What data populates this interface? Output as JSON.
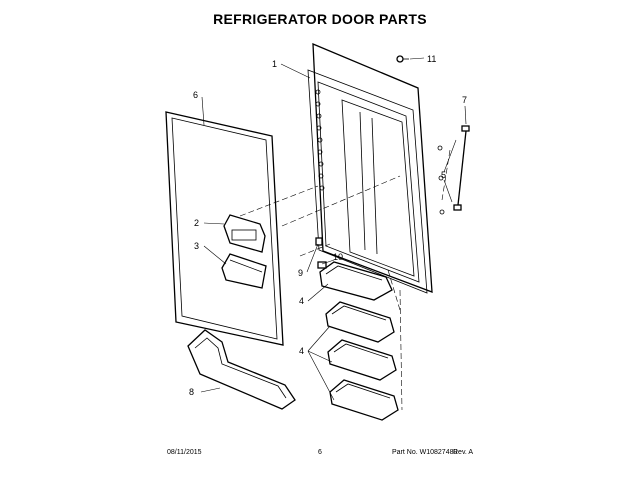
{
  "title": "REFRIGERATOR DOOR PARTS",
  "callouts": {
    "c1": "1",
    "c2": "2",
    "c3": "3",
    "c4a": "4",
    "c4b": "4",
    "c5": "5",
    "c6": "6",
    "c7": "7",
    "c8": "8",
    "c9": "9",
    "c10": "10",
    "c11": "11"
  },
  "footer": {
    "date": "08/11/2015",
    "page": "6",
    "part_number": "Part No. W10827480",
    "revision": "Rev. A"
  }
}
